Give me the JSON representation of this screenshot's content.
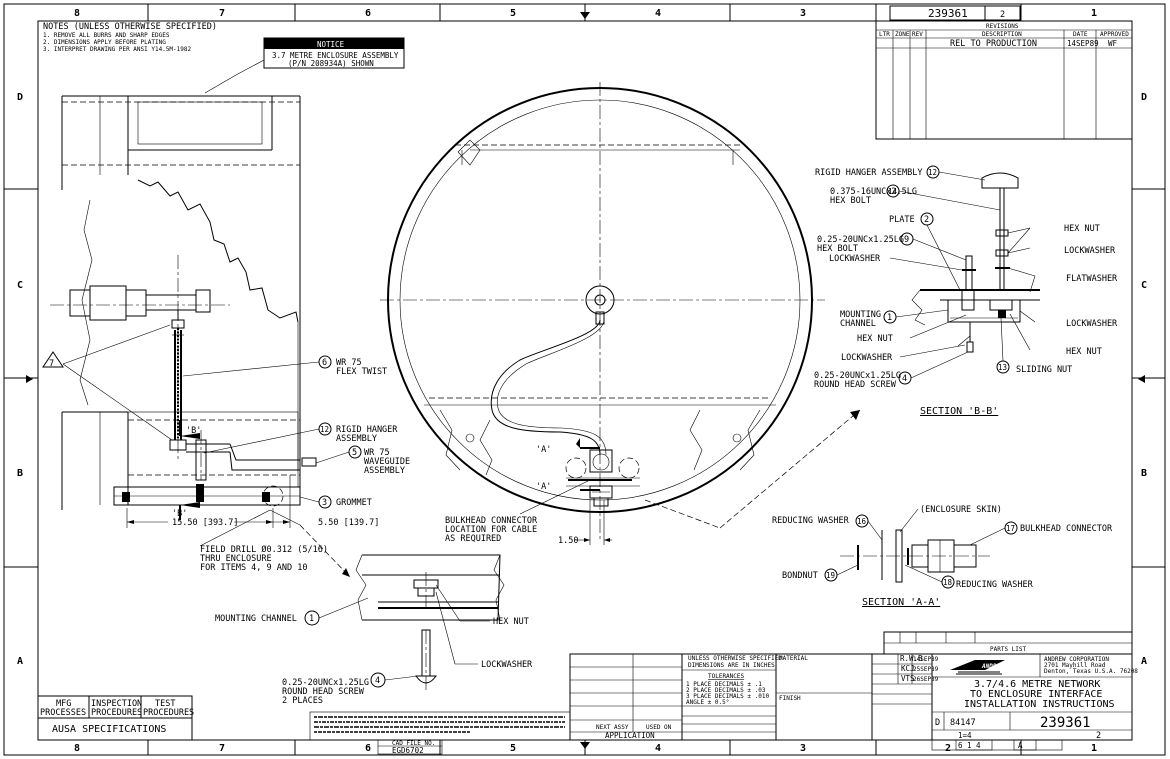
{
  "zones_top": [
    "8",
    "7",
    "6",
    "5",
    "4",
    "3",
    "2",
    "1"
  ],
  "zones_side": [
    "D",
    "C",
    "B",
    "A"
  ],
  "drawing_number": "239361",
  "sheet_tab": "2",
  "revisions": {
    "title": "REVISIONS",
    "headers": [
      "LTR",
      "ZONE",
      "REV",
      "DESCRIPTION",
      "DATE",
      "APPROVED"
    ],
    "row": {
      "description": "REL TO PRODUCTION",
      "date": "14SEP89",
      "approved": "WF"
    }
  },
  "notes": {
    "title": "NOTES (UNLESS OTHERWISE SPECIFIED)",
    "lines": [
      "1. REMOVE ALL BURRS AND SHARP EDGES",
      "2. DIMENSIONS APPLY BEFORE PLATING",
      "3. INTERPRET DRAWING PER ANSI Y14.5M-1982"
    ]
  },
  "notice": {
    "title": "NOTICE",
    "line1": "3.7 METRE ENCLOSURE ASSEMBLY",
    "line2": "(P/N 208934A) SHOWN"
  },
  "callouts": {
    "c6": "6",
    "c6_line1": "WR 75",
    "c6_line2": "FLEX TWIST",
    "c12": "12",
    "c12_line1": "RIGID HANGER",
    "c12_line2": "ASSEMBLY",
    "c5": "5",
    "c5_line1": "WR 75",
    "c5_line2": "WAVEGUIDE",
    "c5_line3": "ASSEMBLY",
    "c3": "3",
    "c3_line1": "GROMMET",
    "c7": "7",
    "c1": "1",
    "c1_label": "MOUNTING CHANNEL",
    "c4": "4",
    "c4_line1": "0.25-20UNCx1.25LG",
    "c4_line2": "ROUND HEAD SCREW",
    "c4_line3": "2 PLACES",
    "hexnut": "HEX NUT",
    "lockwasher": "LOCKWASHER"
  },
  "dims": {
    "d1": "15.50 [393.7]",
    "d2": "5.50 [139.7]",
    "d3": "1.50",
    "field_drill_1": "FIELD DRILL Ø0.312 (5/16)",
    "field_drill_2": "THRU ENCLOSURE",
    "field_drill_3": "FOR ITEMS 4, 9 AND 10",
    "section_b": "'B'",
    "section_a": "'A'",
    "bulkhead_1": "BULKHEAD CONNECTOR",
    "bulkhead_2": "LOCATION FOR CABLE",
    "bulkhead_3": "AS REQUIRED"
  },
  "section_bb": {
    "title": "SECTION 'B-B'",
    "rigid_hanger": "RIGID HANGER ASSEMBLY",
    "n12": "12",
    "bolt1": "0.375-16UNCx2.5LG",
    "bolt2": "HEX BOLT",
    "n14": "14",
    "plate": "PLATE",
    "n2": "2",
    "hexbolt1": "0.25-20UNCx1.25LG",
    "hexbolt2": "HEX BOLT",
    "n9": "9",
    "lockwasher": "LOCKWASHER",
    "mounting1": "MOUNTING",
    "mounting2": "CHANNEL",
    "n1": "1",
    "hexnut": "HEX NUT",
    "screw1": "0.25-20UNCx1.25LG",
    "screw2": "ROUND HEAD SCREW",
    "n4": "4",
    "r_hexnut": "HEX NUT",
    "r_lockwasher": "LOCKWASHER",
    "r_flatwasher": "FLATWASHER",
    "r_lockwasher2": "LOCKWASHER",
    "r_hexnut2": "HEX NUT",
    "sliding": "SLIDING NUT",
    "n13": "13"
  },
  "section_aa": {
    "title": "SECTION 'A-A'",
    "reducing1": "REDUCING WASHER",
    "n16": "16",
    "skin": "(ENCLOSURE SKIN)",
    "bulkhead": "BULKHEAD CONNECTOR",
    "n17": "17",
    "bondnut": "BONDNUT",
    "n19": "19",
    "reducing2": "REDUCING WASHER",
    "n18": "18"
  },
  "tolerances": {
    "h1": "UNLESS OTHERWISE SPECIFIED",
    "h2": "DIMENSIONS ARE IN INCHES",
    "title": "TOLERANCES",
    "l1": "1 PLACE DECIMALS ± .1",
    "l2": "2 PLACE DECIMALS ± .03",
    "l3": "3 PLACE DECIMALS ± .010",
    "l4": "ANGLE ± 0.5°",
    "next_assy": "NEXT ASSY",
    "used_on": "USED ON",
    "application": "APPLICATION",
    "material": "MATERIAL",
    "finish": "FINISH"
  },
  "title_block": {
    "company1": "ANDREW CORPORATION",
    "company2": "2701 Mayhill Road",
    "company3": "Denton, Texas U.S.A. 76208",
    "logo": "ANDREW",
    "drawn": "R.W.B.",
    "drawn_date": "14SEP89",
    "checked": "KCJ",
    "checked_date": "25SEP89",
    "eng": "VTS",
    "eng_date": "26SEP89",
    "title1": "3.7/4.6 METRE NETWORK",
    "title2": "TO ENCLOSURE INTERFACE",
    "title3": "INSTALLATION INSTRUCTIONS",
    "size": "D",
    "fscm": "84147",
    "dwg_no": "239361",
    "scale": "1=4",
    "sheet": "2",
    "parts_list": "PARTS LIST",
    "code_ident": "6 1 4",
    "rev": "A"
  },
  "bottom_left": {
    "mfg": "MFG",
    "processes": "PROCESSES",
    "inspection": "INSPECTION",
    "procedures1": "PROCEDURES",
    "test": "TEST",
    "procedures2": "PROCEDURES",
    "ausa": "AUSA SPECIFICATIONS"
  },
  "cad_file": {
    "label": "CAD FILE NO.",
    "value": "EGD6702"
  }
}
